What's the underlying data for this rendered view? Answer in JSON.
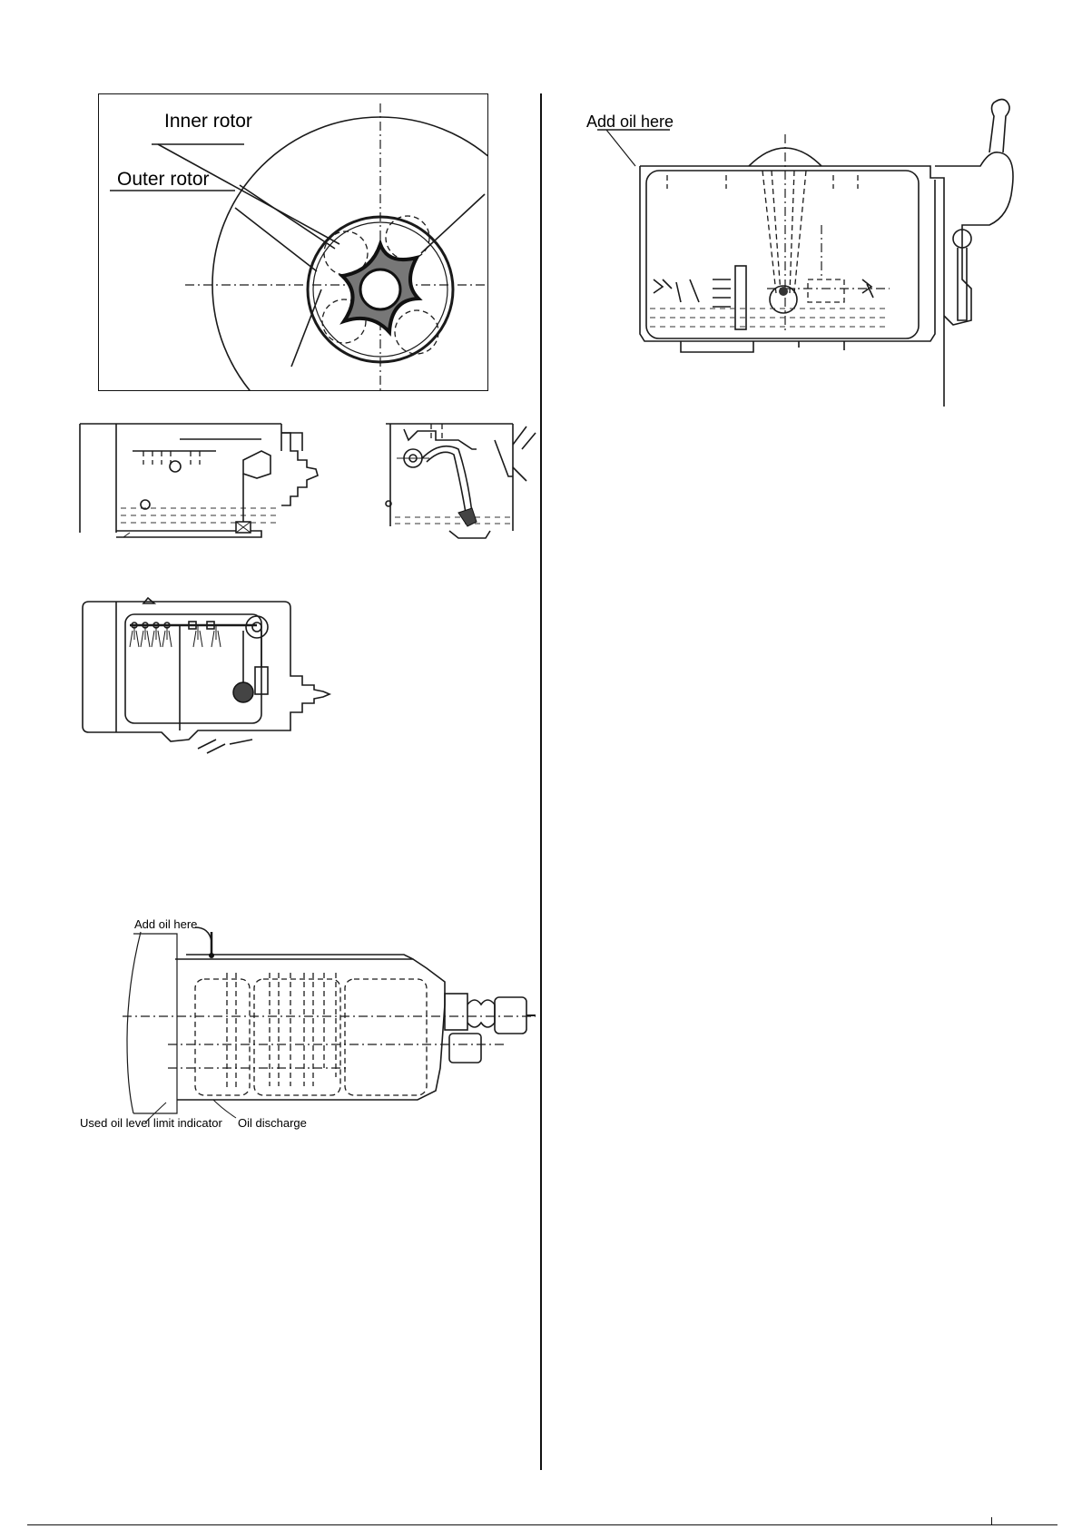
{
  "figures": {
    "rotor": {
      "inner_label": "Inner rotor",
      "outer_label": "Outer rotor"
    },
    "spray_box": {
      "add_oil_label": "Add oil here"
    },
    "gearbox": {
      "add_oil_label": "Add oil here",
      "indicator_label": "Used oil level limit indicator",
      "discharge_label": "Oil   discharge"
    }
  },
  "colors": {
    "ink": "#1a1a1a",
    "background": "#ffffff"
  }
}
